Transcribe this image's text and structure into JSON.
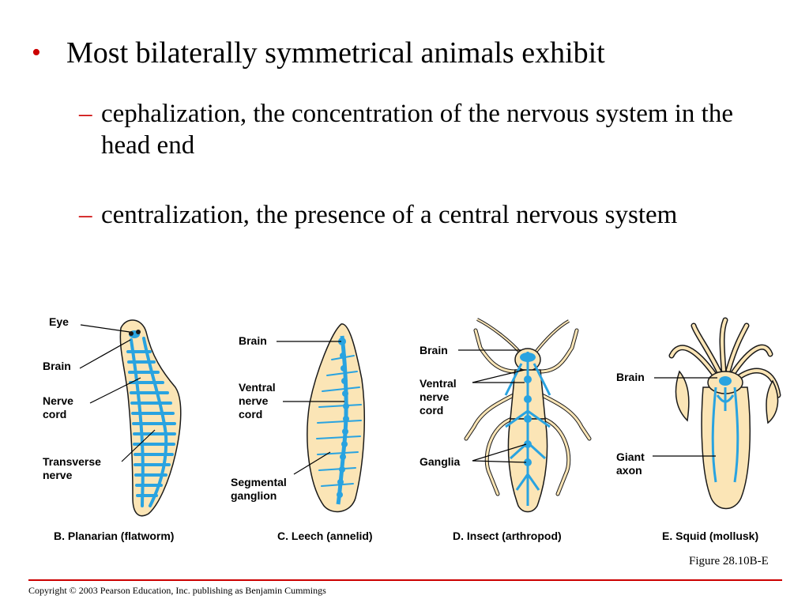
{
  "bullets": {
    "main": "Most bilaterally symmetrical animals exhibit",
    "sub1": "cephalization, the concentration of the nervous system in the head end",
    "sub2": "centralization, the presence of a central nervous system"
  },
  "figures": {
    "planarian": {
      "caption": "B. Planarian (flatworm)",
      "labels": {
        "eye": "Eye",
        "brain": "Brain",
        "nerve_cord": "Nerve\ncord",
        "transverse": "Transverse\nnerve"
      }
    },
    "leech": {
      "caption": "C. Leech (annelid)",
      "labels": {
        "brain": "Brain",
        "ventral": "Ventral\nnerve\ncord",
        "segmental": "Segmental\nganglion"
      }
    },
    "insect": {
      "caption": "D. Insect (arthropod)",
      "labels": {
        "brain": "Brain",
        "ventral": "Ventral\nnerve\ncord",
        "ganglia": "Ganglia"
      }
    },
    "squid": {
      "caption": "E. Squid (mollusk)",
      "labels": {
        "brain": "Brain",
        "giant": "Giant\naxon"
      }
    }
  },
  "figure_caption": "Figure 28.10B-E",
  "copyright": "Copyright © 2003 Pearson Education, Inc. publishing as Benjamin Cummings",
  "colors": {
    "accent": "#cc0000",
    "body": "#fbe5b6",
    "nerve": "#29a3e0",
    "outline": "#1a1a1a"
  }
}
